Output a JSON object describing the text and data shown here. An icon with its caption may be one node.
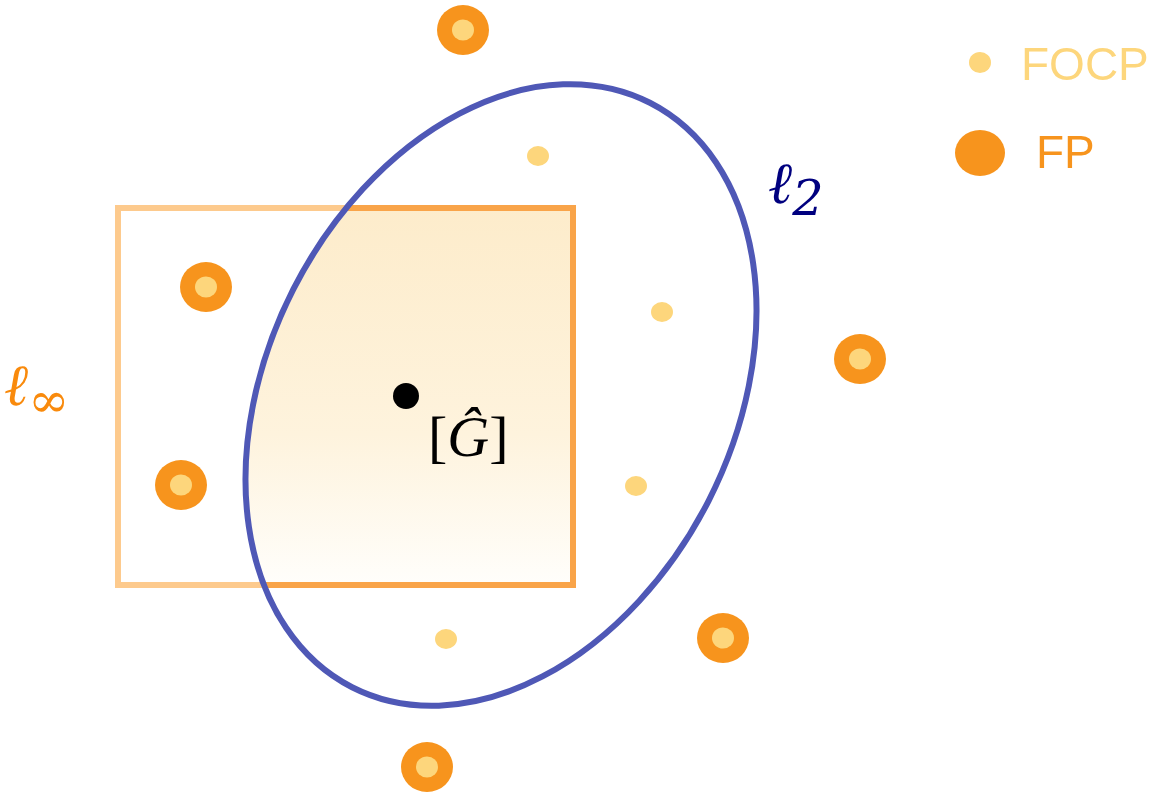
{
  "diagram": {
    "nodes": [
      {
        "text": [
          "ℓ$_{∞}$"
        ]
      },
      {
        "text": [
          "ℓ$_{2}$"
        ]
      },
      {
        "text": [],
        "shape": "circle",
        "beside": [
          "[*Ĝ*]"
        ]
      }
    ],
    "legend": [
      {
        "text": "FOCP",
        "color": "#fdd67c"
      },
      {
        "text": "FP",
        "color": "#f7941d"
      }
    ]
  }
}
